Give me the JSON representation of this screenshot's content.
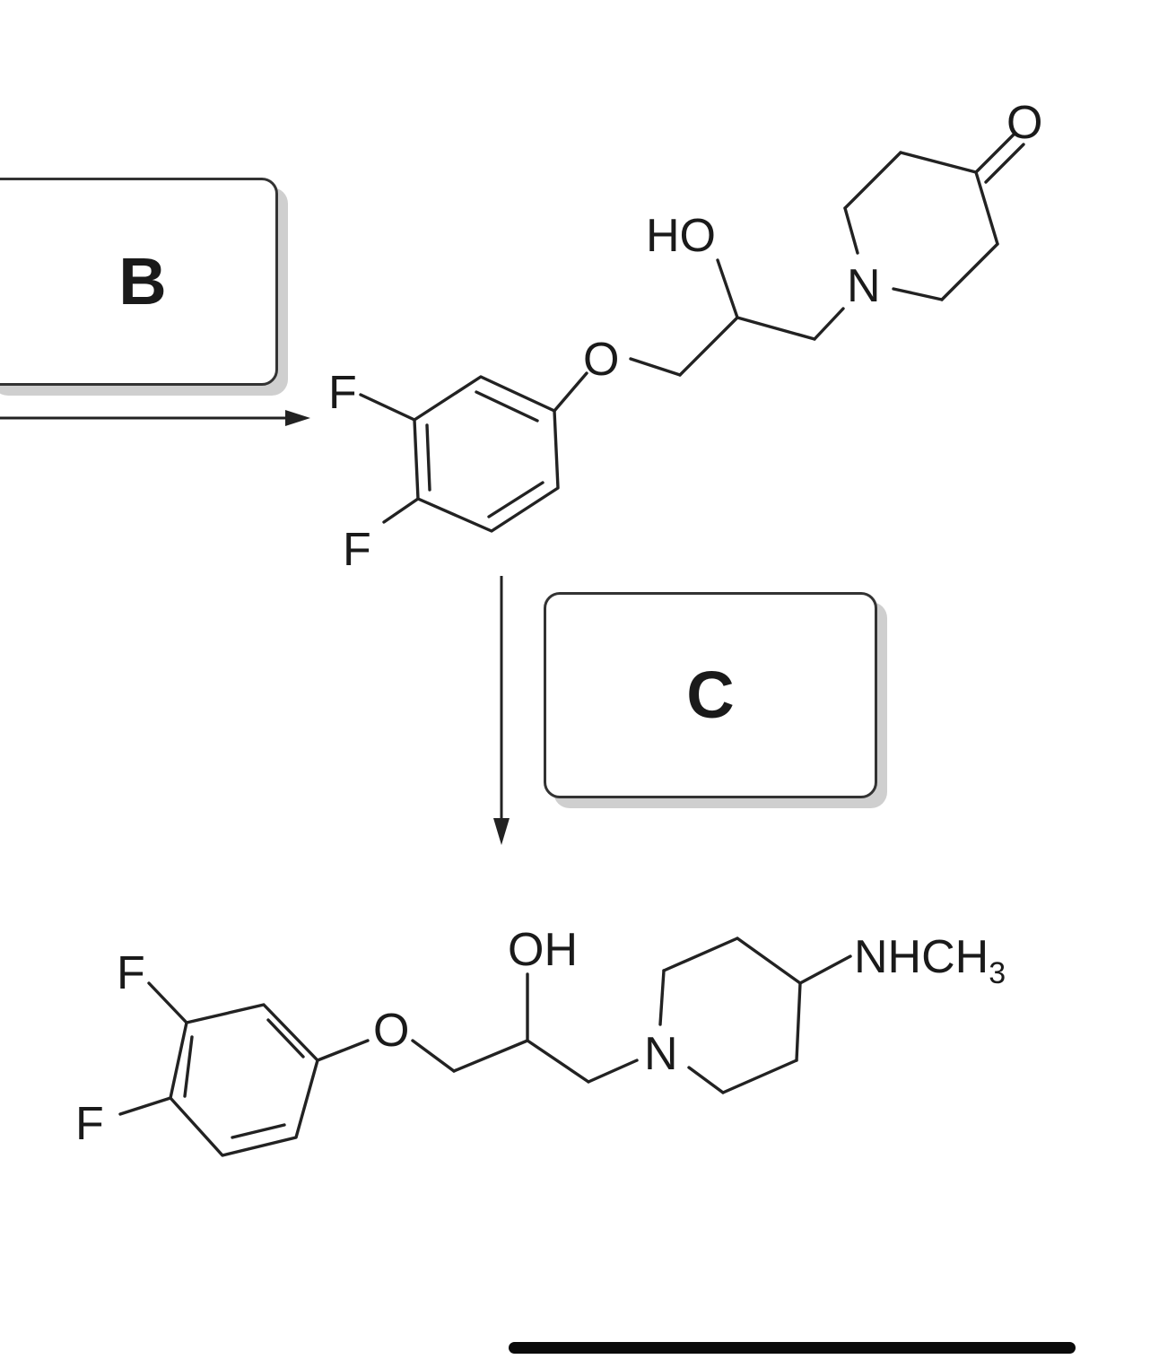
{
  "reagents": {
    "b": "B",
    "c": "C"
  },
  "intermediate": {
    "f_top": "F",
    "f_bottom": "F",
    "ether_o": "O",
    "hydroxyl": "HO",
    "ring_n": "N",
    "ketone_o": "O"
  },
  "product": {
    "f_top": "F",
    "f_bottom": "F",
    "ether_o": "O",
    "hydroxyl": "OH",
    "ring_n": "N",
    "amine": "NHCH",
    "amine_subscript": "3"
  },
  "colors": {
    "ink": "#222222",
    "box_shadow": "#cfcfcf",
    "home_indicator": "#0a0a0a"
  }
}
